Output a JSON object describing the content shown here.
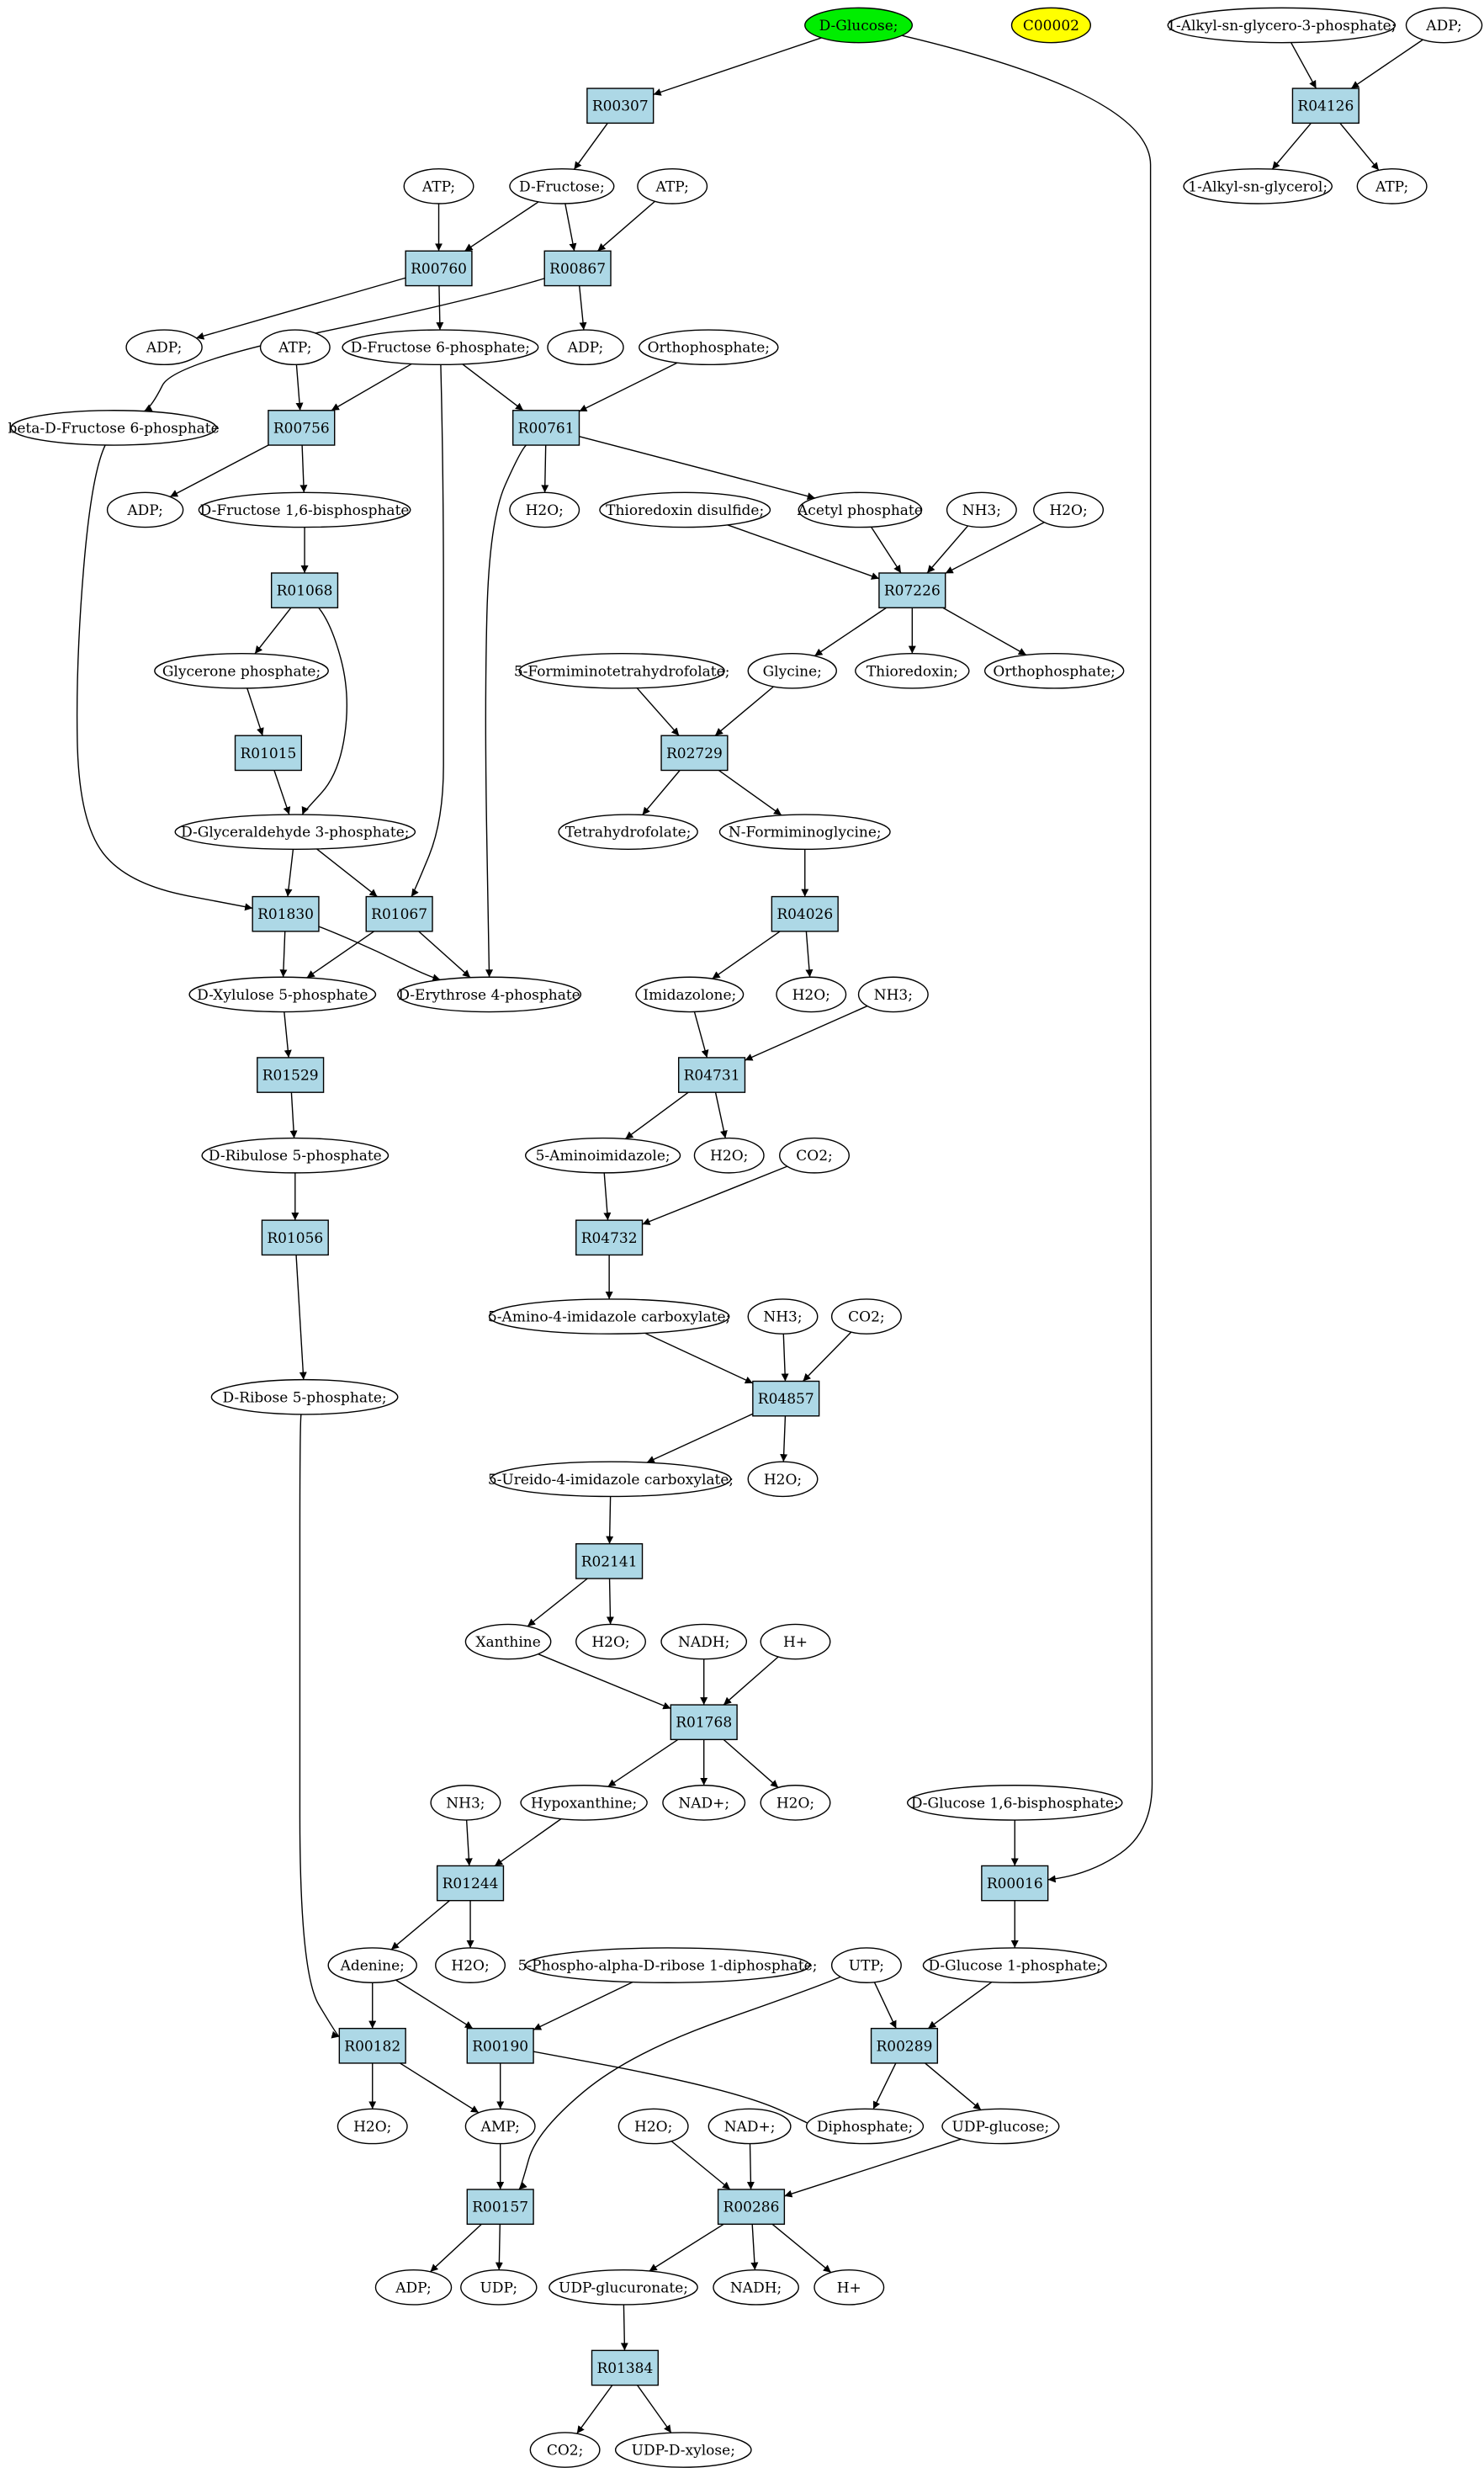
{
  "palette": {
    "reaction_fill": "#add8e6",
    "start_fill": "#00ee00",
    "highlight_fill": "#ffff00",
    "compound_fill": "#ffffff",
    "stroke": "#000000"
  },
  "compounds": [
    {
      "id": "glc",
      "label": "D-Glucose;"
    },
    {
      "id": "c2",
      "label": "C00002"
    },
    {
      "id": "alkg3p",
      "label": "1-Alkyl-sn-glycero-3-phosphate;"
    },
    {
      "id": "adp0",
      "label": "ADP;"
    },
    {
      "id": "alkgly",
      "label": "1-Alkyl-sn-glycerol;"
    },
    {
      "id": "atp0",
      "label": "ATP;"
    },
    {
      "id": "atp1",
      "label": "ATP;"
    },
    {
      "id": "fru",
      "label": "D-Fructose;"
    },
    {
      "id": "atp2",
      "label": "ATP;"
    },
    {
      "id": "adp1",
      "label": "ADP;"
    },
    {
      "id": "f6p",
      "label": "D-Fructose 6-phosphate;"
    },
    {
      "id": "adp2",
      "label": "ADP;"
    },
    {
      "id": "atp3",
      "label": "ATP;"
    },
    {
      "id": "orth1",
      "label": "Orthophosphate;"
    },
    {
      "id": "bf6p",
      "label": "beta-D-Fructose 6-phosphate"
    },
    {
      "id": "adp3",
      "label": "ADP;"
    },
    {
      "id": "fbp",
      "label": "D-Fructose 1,6-bisphosphate"
    },
    {
      "id": "h2o1",
      "label": "H2O;"
    },
    {
      "id": "trxs",
      "label": "Thioredoxin disulfide;"
    },
    {
      "id": "acp",
      "label": "Acetyl phosphate"
    },
    {
      "id": "nh31",
      "label": "NH3;"
    },
    {
      "id": "h2o2",
      "label": "H2O;"
    },
    {
      "id": "dhap",
      "label": "Glycerone phosphate;"
    },
    {
      "id": "fthf",
      "label": "5-Formiminotetrahydrofolate;"
    },
    {
      "id": "gly",
      "label": "Glycine;"
    },
    {
      "id": "trx",
      "label": "Thioredoxin;"
    },
    {
      "id": "orth2",
      "label": "Orthophosphate;"
    },
    {
      "id": "g3p",
      "label": "D-Glyceraldehyde 3-phosphate;"
    },
    {
      "id": "thf",
      "label": "Tetrahydrofolate;"
    },
    {
      "id": "nfg",
      "label": "N-Formiminoglycine;"
    },
    {
      "id": "x5p",
      "label": "D-Xylulose 5-phosphate"
    },
    {
      "id": "e4p",
      "label": "D-Erythrose 4-phosphate"
    },
    {
      "id": "imz",
      "label": "Imidazolone;"
    },
    {
      "id": "h2o3",
      "label": "H2O;"
    },
    {
      "id": "nh32",
      "label": "NH3;"
    },
    {
      "id": "h2o4",
      "label": "H2O;"
    },
    {
      "id": "aim",
      "label": "5-Aminoimidazole;"
    },
    {
      "id": "co21",
      "label": "CO2;"
    },
    {
      "id": "ru5p",
      "label": "D-Ribulose 5-phosphate"
    },
    {
      "id": "aic",
      "label": "5-Amino-4-imidazole carboxylate;"
    },
    {
      "id": "nh33",
      "label": "NH3;"
    },
    {
      "id": "co22",
      "label": "CO2;"
    },
    {
      "id": "r5p",
      "label": "D-Ribose 5-phosphate;"
    },
    {
      "id": "uic",
      "label": "5-Ureido-4-imidazole carboxylate;"
    },
    {
      "id": "h2o5",
      "label": "H2O;"
    },
    {
      "id": "xan",
      "label": "Xanthine"
    },
    {
      "id": "h2o6",
      "label": "H2O;"
    },
    {
      "id": "nadh1",
      "label": "NADH;"
    },
    {
      "id": "hp1",
      "label": "H+"
    },
    {
      "id": "nh34",
      "label": "NH3;"
    },
    {
      "id": "hyp",
      "label": "Hypoxanthine;"
    },
    {
      "id": "nad1",
      "label": "NAD+;"
    },
    {
      "id": "h2o7",
      "label": "H2O;"
    },
    {
      "id": "g16bp",
      "label": "D-Glucose 1,6-bisphosphate;"
    },
    {
      "id": "ade",
      "label": "Adenine;"
    },
    {
      "id": "h2o8",
      "label": "H2O;"
    },
    {
      "id": "prpp",
      "label": "5-Phospho-alpha-D-ribose 1-diphosphate;"
    },
    {
      "id": "utp",
      "label": "UTP;"
    },
    {
      "id": "g1p",
      "label": "D-Glucose 1-phosphate;"
    },
    {
      "id": "h2o9",
      "label": "H2O;"
    },
    {
      "id": "amp",
      "label": "AMP;"
    },
    {
      "id": "dip",
      "label": "Diphosphate;"
    },
    {
      "id": "udpg",
      "label": "UDP-glucose;"
    },
    {
      "id": "h2o10",
      "label": "H2O;"
    },
    {
      "id": "nad2",
      "label": "NAD+;"
    },
    {
      "id": "adp4",
      "label": "ADP;"
    },
    {
      "id": "udp",
      "label": "UDP;"
    },
    {
      "id": "udpga",
      "label": "UDP-glucuronate;"
    },
    {
      "id": "nadh2",
      "label": "NADH;"
    },
    {
      "id": "hp2",
      "label": "H+"
    },
    {
      "id": "co23",
      "label": "CO2;"
    },
    {
      "id": "udpx",
      "label": "UDP-D-xylose;"
    }
  ],
  "reactions": [
    {
      "id": "R00307",
      "label": "R00307"
    },
    {
      "id": "R04126",
      "label": "R04126"
    },
    {
      "id": "R00760",
      "label": "R00760"
    },
    {
      "id": "R00867",
      "label": "R00867"
    },
    {
      "id": "R00756",
      "label": "R00756"
    },
    {
      "id": "R00761",
      "label": "R00761"
    },
    {
      "id": "R01068",
      "label": "R01068"
    },
    {
      "id": "R07226",
      "label": "R07226"
    },
    {
      "id": "R01015",
      "label": "R01015"
    },
    {
      "id": "R02729",
      "label": "R02729"
    },
    {
      "id": "R01830",
      "label": "R01830"
    },
    {
      "id": "R01067",
      "label": "R01067"
    },
    {
      "id": "R04026",
      "label": "R04026"
    },
    {
      "id": "R01529",
      "label": "R01529"
    },
    {
      "id": "R04731",
      "label": "R04731"
    },
    {
      "id": "R01056",
      "label": "R01056"
    },
    {
      "id": "R04732",
      "label": "R04732"
    },
    {
      "id": "R04857",
      "label": "R04857"
    },
    {
      "id": "R02141",
      "label": "R02141"
    },
    {
      "id": "R01768",
      "label": "R01768"
    },
    {
      "id": "R01244",
      "label": "R01244"
    },
    {
      "id": "R00016",
      "label": "R00016"
    },
    {
      "id": "R00182",
      "label": "R00182"
    },
    {
      "id": "R00190",
      "label": "R00190"
    },
    {
      "id": "R00289",
      "label": "R00289"
    },
    {
      "id": "R00157",
      "label": "R00157"
    },
    {
      "id": "R00286",
      "label": "R00286"
    },
    {
      "id": "R01384",
      "label": "R01384"
    }
  ],
  "edges": [
    [
      "glc",
      "R00307"
    ],
    [
      "glc",
      "R00016"
    ],
    [
      "alkg3p",
      "R04126"
    ],
    [
      "adp0",
      "R04126"
    ],
    [
      "R04126",
      "alkgly"
    ],
    [
      "R04126",
      "atp0"
    ],
    [
      "R00307",
      "fru"
    ],
    [
      "atp1",
      "R00760"
    ],
    [
      "fru",
      "R00760"
    ],
    [
      "fru",
      "R00867"
    ],
    [
      "atp2",
      "R00867"
    ],
    [
      "R00760",
      "adp1"
    ],
    [
      "R00760",
      "f6p"
    ],
    [
      "R00867",
      "adp2"
    ],
    [
      "R00867",
      "bf6p"
    ],
    [
      "atp3",
      "R00756"
    ],
    [
      "f6p",
      "R00756"
    ],
    [
      "f6p",
      "R00761"
    ],
    [
      "f6p",
      "R01067"
    ],
    [
      "orth1",
      "R00761"
    ],
    [
      "R00756",
      "adp3"
    ],
    [
      "R00756",
      "fbp"
    ],
    [
      "R00761",
      "h2o1"
    ],
    [
      "R00761",
      "acp"
    ],
    [
      "R00761",
      "e4p"
    ],
    [
      "fbp",
      "R01068"
    ],
    [
      "R01068",
      "dhap"
    ],
    [
      "R01068",
      "g3p"
    ],
    [
      "trxs",
      "R07226"
    ],
    [
      "acp",
      "R07226"
    ],
    [
      "nh31",
      "R07226"
    ],
    [
      "h2o2",
      "R07226"
    ],
    [
      "R07226",
      "gly"
    ],
    [
      "R07226",
      "trx"
    ],
    [
      "R07226",
      "orth2"
    ],
    [
      "dhap",
      "R01015"
    ],
    [
      "R01015",
      "g3p"
    ],
    [
      "fthf",
      "R02729"
    ],
    [
      "gly",
      "R02729"
    ],
    [
      "R02729",
      "thf"
    ],
    [
      "R02729",
      "nfg"
    ],
    [
      "g3p",
      "R01830"
    ],
    [
      "g3p",
      "R01067"
    ],
    [
      "bf6p",
      "R01830"
    ],
    [
      "R01830",
      "x5p"
    ],
    [
      "R01830",
      "e4p"
    ],
    [
      "R01067",
      "x5p"
    ],
    [
      "R01067",
      "e4p"
    ],
    [
      "nfg",
      "R04026"
    ],
    [
      "R04026",
      "imz"
    ],
    [
      "R04026",
      "h2o3"
    ],
    [
      "x5p",
      "R01529"
    ],
    [
      "R01529",
      "ru5p"
    ],
    [
      "imz",
      "R04731"
    ],
    [
      "nh32",
      "R04731"
    ],
    [
      "R04731",
      "aim"
    ],
    [
      "R04731",
      "h2o4"
    ],
    [
      "ru5p",
      "R01056"
    ],
    [
      "R01056",
      "r5p"
    ],
    [
      "aim",
      "R04732"
    ],
    [
      "co21",
      "R04732"
    ],
    [
      "R04732",
      "aic"
    ],
    [
      "aic",
      "R04857"
    ],
    [
      "nh33",
      "R04857"
    ],
    [
      "co22",
      "R04857"
    ],
    [
      "R04857",
      "uic"
    ],
    [
      "R04857",
      "h2o5"
    ],
    [
      "uic",
      "R02141"
    ],
    [
      "R02141",
      "xan"
    ],
    [
      "R02141",
      "h2o6"
    ],
    [
      "xan",
      "R01768"
    ],
    [
      "nadh1",
      "R01768"
    ],
    [
      "hp1",
      "R01768"
    ],
    [
      "R01768",
      "hyp"
    ],
    [
      "R01768",
      "nad1"
    ],
    [
      "R01768",
      "h2o7"
    ],
    [
      "nh34",
      "R01244"
    ],
    [
      "hyp",
      "R01244"
    ],
    [
      "R01244",
      "ade"
    ],
    [
      "R01244",
      "h2o8"
    ],
    [
      "g16bp",
      "R00016"
    ],
    [
      "R00016",
      "g1p"
    ],
    [
      "ade",
      "R00182"
    ],
    [
      "r5p",
      "R00182"
    ],
    [
      "ade",
      "R00190"
    ],
    [
      "prpp",
      "R00190"
    ],
    [
      "R00182",
      "h2o9"
    ],
    [
      "R00182",
      "amp"
    ],
    [
      "R00190",
      "amp"
    ],
    [
      "R00190",
      "dip"
    ],
    [
      "utp",
      "R00289"
    ],
    [
      "g1p",
      "R00289"
    ],
    [
      "utp",
      "R00157"
    ],
    [
      "R00289",
      "dip"
    ],
    [
      "R00289",
      "udpg"
    ],
    [
      "amp",
      "R00157"
    ],
    [
      "R00157",
      "adp4"
    ],
    [
      "R00157",
      "udp"
    ],
    [
      "h2o10",
      "R00286"
    ],
    [
      "nad2",
      "R00286"
    ],
    [
      "udpg",
      "R00286"
    ],
    [
      "R00286",
      "udpga"
    ],
    [
      "R00286",
      "nadh2"
    ],
    [
      "R00286",
      "hp2"
    ],
    [
      "udpga",
      "R01384"
    ],
    [
      "R01384",
      "co23"
    ],
    [
      "R01384",
      "udpx"
    ]
  ]
}
